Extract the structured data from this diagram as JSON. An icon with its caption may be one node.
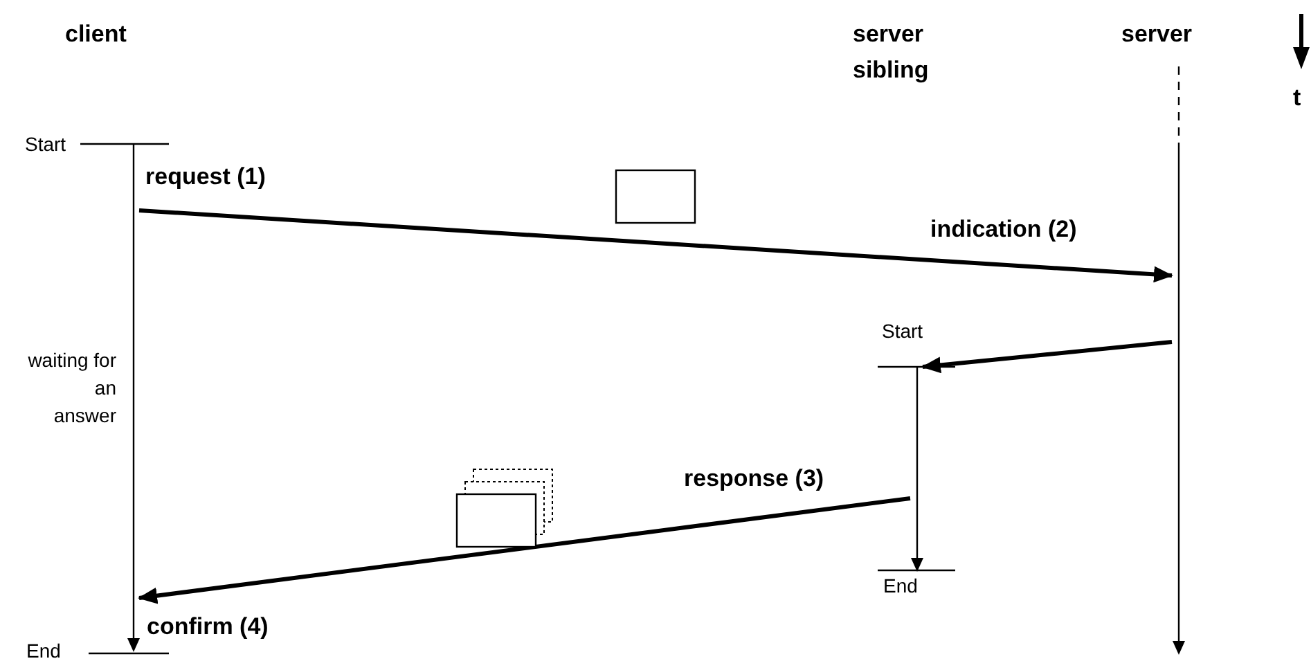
{
  "diagram": {
    "nodes": [
      {
        "text": [],
        "shape": "bar"
      },
      {
        "text": [],
        "shape": "bar"
      },
      {
        "text": [],
        "shape": "bar"
      }
    ],
    "edges": [
      {
        "from": 0,
        "to": 2,
        "arrow": "to"
      },
      {
        "from": 2,
        "to": 1,
        "arrow": "to"
      },
      {
        "from": 1,
        "to": 0,
        "arrow": "to"
      }
    ],
    "labels": [
      "client",
      "server sibling",
      "server",
      "t",
      "Start",
      "request (1)",
      "indication (2)",
      "Start",
      "waiting for an answer",
      "response (3)",
      "End",
      "confirm (4)",
      "End"
    ]
  }
}
